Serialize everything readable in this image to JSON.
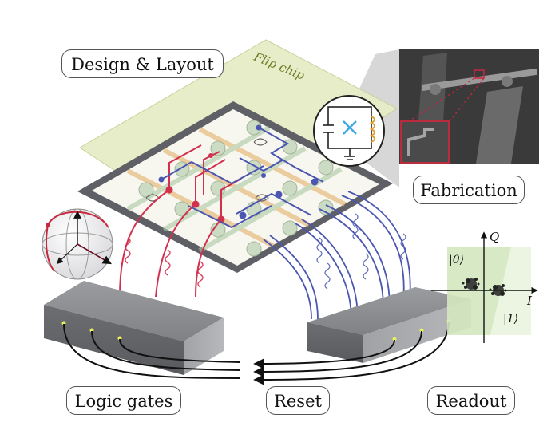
{
  "labels": {
    "design_layout": "Design & Layout",
    "flip_chip": "Flip chip",
    "fabrication": "Fabrication",
    "logic_gates": "Logic gates",
    "reset": "Reset",
    "readout": "Readout"
  },
  "iq_plot": {
    "axis_q": "Q",
    "axis_i": "I",
    "state_0": "|0⟩",
    "state_1": "|1⟩"
  },
  "colors": {
    "flip_chip_fill": "#e6ecc7",
    "chip_frame": "#5e6066",
    "drive_line": "#d1304f",
    "readout_line": "#4a56b0",
    "box_fill": "#8a8c90",
    "fab_background": "#3a3a3a",
    "highlight_red": "#c7283d"
  },
  "icons": [
    "bloch-sphere-icon",
    "circuit-schematic-icon",
    "josephson-junction-icon"
  ]
}
